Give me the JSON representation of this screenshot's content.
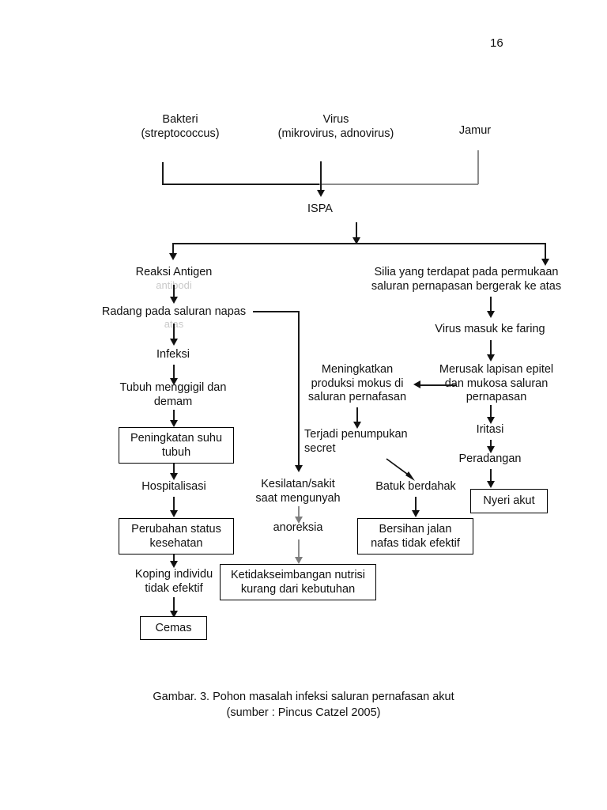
{
  "document": {
    "page_number": "16",
    "caption": "Gambar. 3. Pohon masalah infeksi saluran pernafasan akut\n(sumber : Pincus Catzel 2005)"
  },
  "diagram": {
    "title": "Pohon masalah infeksi saluran pernafasan akut",
    "type": "flowchart",
    "sources": [
      {
        "id": "bakteri",
        "label": "Bakteri\n(streptococcus)"
      },
      {
        "id": "virus",
        "label": "Virus\n(mikrovirus, adnovirus)"
      },
      {
        "id": "jamur",
        "label": "Jamur"
      }
    ],
    "nodes": [
      {
        "id": "ispa",
        "label": "ISPA",
        "boxed": false
      },
      {
        "id": "reaksi-antigen",
        "label": "Reaksi Antigen",
        "boxed": false
      },
      {
        "id": "reaksi-antigen-sub",
        "label": "antibodi",
        "boxed": false,
        "faint": true
      },
      {
        "id": "radang-saluran-napas",
        "label": "Radang pada saluran napas",
        "boxed": false
      },
      {
        "id": "radang-sub",
        "label": "atas",
        "boxed": false,
        "faint": true
      },
      {
        "id": "infeksi",
        "label": "Infeksi",
        "boxed": false
      },
      {
        "id": "tubuh-menggigil",
        "label": "Tubuh menggigil dan\ndemam",
        "boxed": false
      },
      {
        "id": "peningkatan-suhu",
        "label": "Peningkatan suhu\ntubuh",
        "boxed": true
      },
      {
        "id": "hospitalisasi",
        "label": "Hospitalisasi",
        "boxed": false
      },
      {
        "id": "perubahan-status",
        "label": "Perubahan status\nkesehatan",
        "boxed": true
      },
      {
        "id": "koping-individu",
        "label": "Koping individu\ntidak efektif",
        "boxed": false
      },
      {
        "id": "cemas",
        "label": "Cemas",
        "boxed": true
      },
      {
        "id": "silia",
        "label": "Silia yang terdapat pada permukaan\nsaluran pernapasan bergerak ke atas",
        "boxed": false
      },
      {
        "id": "virus-faring",
        "label": "Virus masuk ke faring",
        "boxed": false
      },
      {
        "id": "merusak-epitel",
        "label": "Merusak lapisan epitel\ndan mukosa saluran\npernapasan",
        "boxed": false
      },
      {
        "id": "iritasi",
        "label": "Iritasi",
        "boxed": false
      },
      {
        "id": "peradangan",
        "label": "Peradangan",
        "boxed": false
      },
      {
        "id": "nyeri-akut",
        "label": "Nyeri akut",
        "boxed": true
      },
      {
        "id": "meningkatkan-mokus",
        "label": "Meningkatkan\nproduksi mokus di\nsaluran pernafasan",
        "boxed": false
      },
      {
        "id": "terjadi-penumpukan",
        "label": "Terjadi penumpukan\nsecret",
        "boxed": false
      },
      {
        "id": "batuk-berdahak",
        "label": "Batuk berdahak",
        "boxed": false
      },
      {
        "id": "bersihan-jalan-nafas",
        "label": "Bersihan jalan\nnafas tidak efektif",
        "boxed": true
      },
      {
        "id": "kesilatan-sakit",
        "label": "Kesilatan/sakit\nsaat mengunyah",
        "boxed": false
      },
      {
        "id": "anoreksia",
        "label": "anoreksia",
        "boxed": false
      },
      {
        "id": "ketidakseimbangan-nutrisi",
        "label": "Ketidakseimbangan nutrisi\nkurang dari kebutuhan",
        "boxed": true
      }
    ],
    "edges": [
      {
        "from": "bakteri",
        "to": "ispa"
      },
      {
        "from": "virus",
        "to": "ispa"
      },
      {
        "from": "jamur",
        "to": "ispa"
      },
      {
        "from": "ispa",
        "to": "reaksi-antigen"
      },
      {
        "from": "ispa",
        "to": "silia"
      },
      {
        "from": "reaksi-antigen",
        "to": "radang-saluran-napas"
      },
      {
        "from": "radang-saluran-napas",
        "to": "infeksi"
      },
      {
        "from": "radang-saluran-napas",
        "to": "kesilatan-sakit"
      },
      {
        "from": "infeksi",
        "to": "tubuh-menggigil"
      },
      {
        "from": "tubuh-menggigil",
        "to": "peningkatan-suhu"
      },
      {
        "from": "peningkatan-suhu",
        "to": "hospitalisasi"
      },
      {
        "from": "hospitalisasi",
        "to": "perubahan-status"
      },
      {
        "from": "perubahan-status",
        "to": "koping-individu"
      },
      {
        "from": "koping-individu",
        "to": "cemas"
      },
      {
        "from": "silia",
        "to": "virus-faring"
      },
      {
        "from": "virus-faring",
        "to": "merusak-epitel"
      },
      {
        "from": "merusak-epitel",
        "to": "iritasi"
      },
      {
        "from": "merusak-epitel",
        "to": "meningkatkan-mokus"
      },
      {
        "from": "iritasi",
        "to": "peradangan"
      },
      {
        "from": "peradangan",
        "to": "nyeri-akut"
      },
      {
        "from": "meningkatkan-mokus",
        "to": "terjadi-penumpukan"
      },
      {
        "from": "terjadi-penumpukan",
        "to": "batuk-berdahak"
      },
      {
        "from": "batuk-berdahak",
        "to": "bersihan-jalan-nafas"
      },
      {
        "from": "kesilatan-sakit",
        "to": "anoreksia"
      },
      {
        "from": "anoreksia",
        "to": "ketidakseimbangan-nutrisi"
      }
    ],
    "colors": {
      "line": "#1a1a1a",
      "text": "#111111",
      "background": "#ffffff"
    }
  }
}
